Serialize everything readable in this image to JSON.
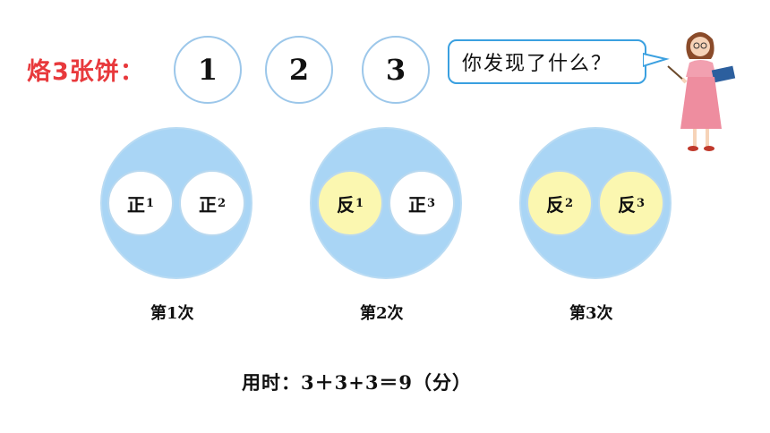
{
  "title": "烙3张饼：",
  "numbers": [
    "1",
    "2",
    "3"
  ],
  "bubble": "你发现了什么？",
  "rounds": [
    {
      "label": "第1次",
      "cakes": [
        {
          "side": "正",
          "n": "1",
          "back": false
        },
        {
          "side": "正",
          "n": "2",
          "back": false
        }
      ]
    },
    {
      "label": "第2次",
      "cakes": [
        {
          "side": "反",
          "n": "1",
          "back": true
        },
        {
          "side": "正",
          "n": "3",
          "back": false
        }
      ]
    },
    {
      "label": "第3次",
      "cakes": [
        {
          "side": "反",
          "n": "2",
          "back": true
        },
        {
          "side": "反",
          "n": "3",
          "back": true
        }
      ]
    }
  ],
  "total": "用时：3＋3+3＝9（分）",
  "colors": {
    "title": "#e8393c",
    "pan": "#a9d5f5",
    "back_side": "#fbf7b0",
    "bubble_border": "#3aa0e0"
  }
}
